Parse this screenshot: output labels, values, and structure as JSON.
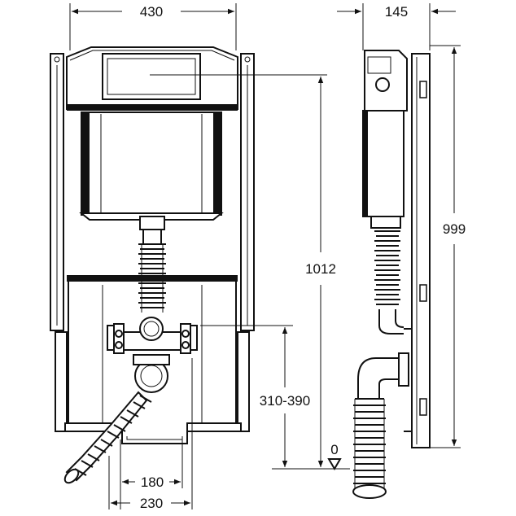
{
  "dimensions": {
    "frame_width": "430",
    "depth": "145",
    "total_height": "1012",
    "frame_height": "999",
    "outlet_height": "310-390",
    "outlet_spacing_inner": "180",
    "outlet_spacing_outer": "230",
    "floor_level": "0"
  },
  "colors": {
    "line": "#111111",
    "background": "#ffffff"
  }
}
